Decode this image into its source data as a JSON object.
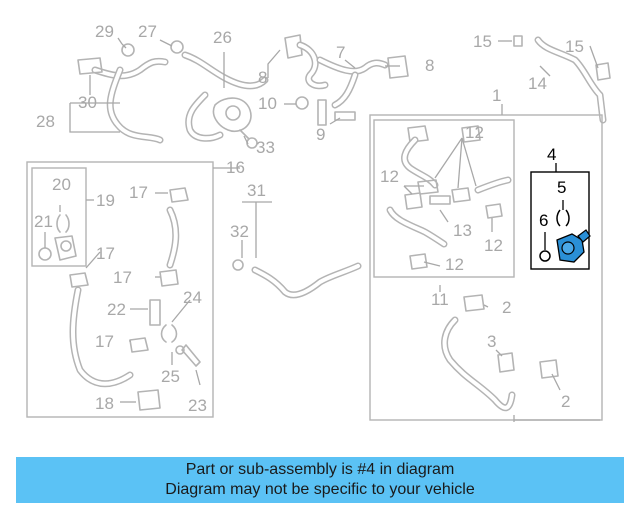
{
  "labels": {
    "l1": "1",
    "l2a": "2",
    "l2b": "2",
    "l3": "3",
    "l4": "4",
    "l5": "5",
    "l6": "6",
    "l7": "7",
    "l8a": "8",
    "l8b": "8",
    "l9": "9",
    "l10": "10",
    "l11": "11",
    "l12a": "12",
    "l12b": "12",
    "l12c": "12",
    "l12d": "12",
    "l13": "13",
    "l14": "14",
    "l15a": "15",
    "l15b": "15",
    "l16": "16",
    "l17a": "17",
    "l17b": "17",
    "l17c": "17",
    "l17d": "17",
    "l18": "18",
    "l19": "19",
    "l20": "20",
    "l21": "21",
    "l22": "22",
    "l23": "23",
    "l24": "24",
    "l25": "25",
    "l26": "26",
    "l27": "27",
    "l28": "28",
    "l29": "29",
    "l30": "30",
    "l31": "31",
    "l32": "32",
    "l33": "33"
  },
  "highlighted_part": "4",
  "colors": {
    "highlight_part": "#2a8fd6",
    "banner": "#5bc2f5",
    "faded": "#b4b4b4"
  },
  "banner": {
    "line1": "Part or sub-assembly is #4 in diagram",
    "line2": "Diagram may not be specific to your vehicle"
  }
}
